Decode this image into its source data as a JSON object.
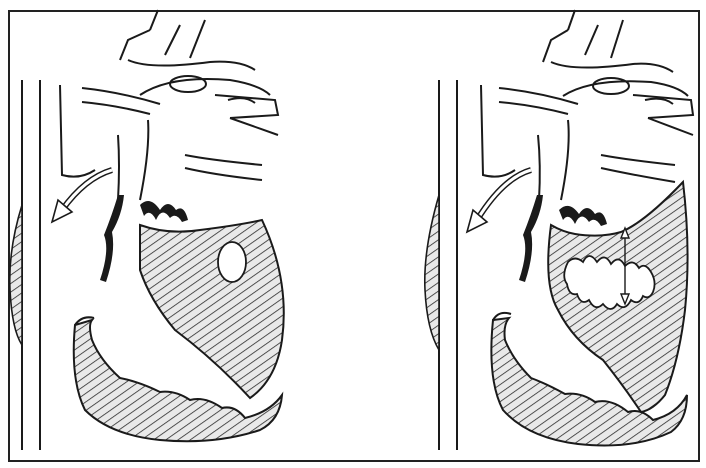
{
  "figure": {
    "panels": [
      {
        "id": "left",
        "variant": "normal-ventricle"
      },
      {
        "id": "right",
        "variant": "hypertrophied-ventricle"
      }
    ],
    "colors": {
      "ink": "#1a1a1a",
      "hatch": "#2b2b2b",
      "fill": "#e6e6e6",
      "background": "#ffffff"
    }
  }
}
